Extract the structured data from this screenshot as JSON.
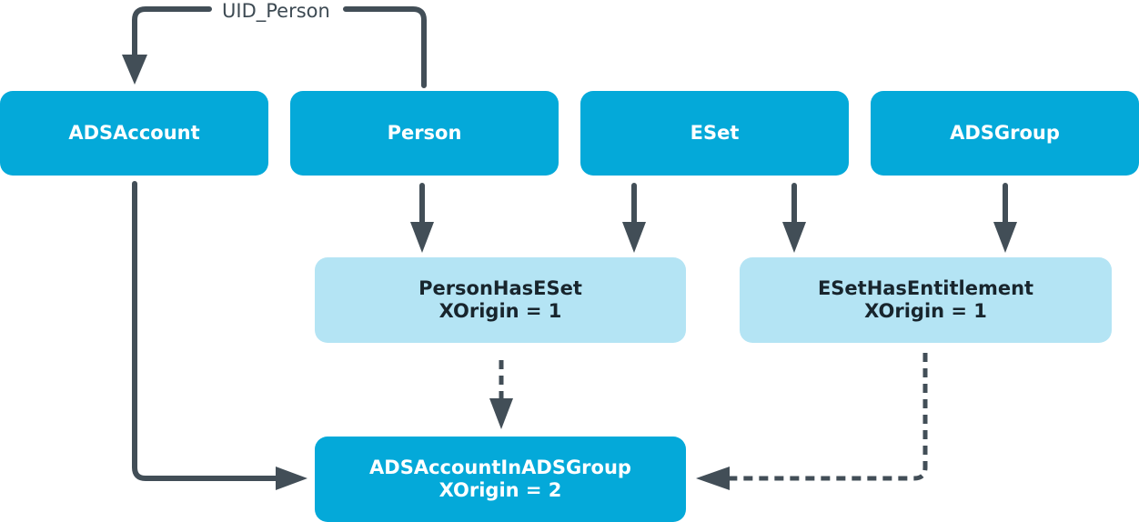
{
  "diagram": {
    "line_color": "#424e57",
    "primary_color": "#04a9d9",
    "secondary_color": "#b4e4f4",
    "edge_label": "UID_Person",
    "nodes": {
      "adsaccount": {
        "line1": "ADSAccount"
      },
      "person": {
        "line1": "Person"
      },
      "eset": {
        "line1": "ESet"
      },
      "adsgroup": {
        "line1": "ADSGroup"
      },
      "personhaseset": {
        "line1": "PersonHasESet",
        "line2": "XOrigin = 1"
      },
      "esethasentitlement": {
        "line1": "ESetHasEntitlement",
        "line2": "XOrigin = 1"
      },
      "adsaccountinadsgroup": {
        "line1": "ADSAccountInADSGroup",
        "line2": "XOrigin = 2"
      }
    },
    "edges": [
      {
        "from": "person",
        "to": "adsaccount",
        "style": "solid",
        "label": "UID_Person"
      },
      {
        "from": "person",
        "to": "personhaseset",
        "style": "solid"
      },
      {
        "from": "eset",
        "to": "personhaseset",
        "style": "solid"
      },
      {
        "from": "eset",
        "to": "esethasentitlement",
        "style": "solid"
      },
      {
        "from": "adsgroup",
        "to": "esethasentitlement",
        "style": "solid"
      },
      {
        "from": "adsaccount",
        "to": "adsaccountinadsgroup",
        "style": "solid"
      },
      {
        "from": "personhaseset",
        "to": "adsaccountinadsgroup",
        "style": "dashed"
      },
      {
        "from": "esethasentitlement",
        "to": "adsaccountinadsgroup",
        "style": "dashed"
      }
    ]
  }
}
